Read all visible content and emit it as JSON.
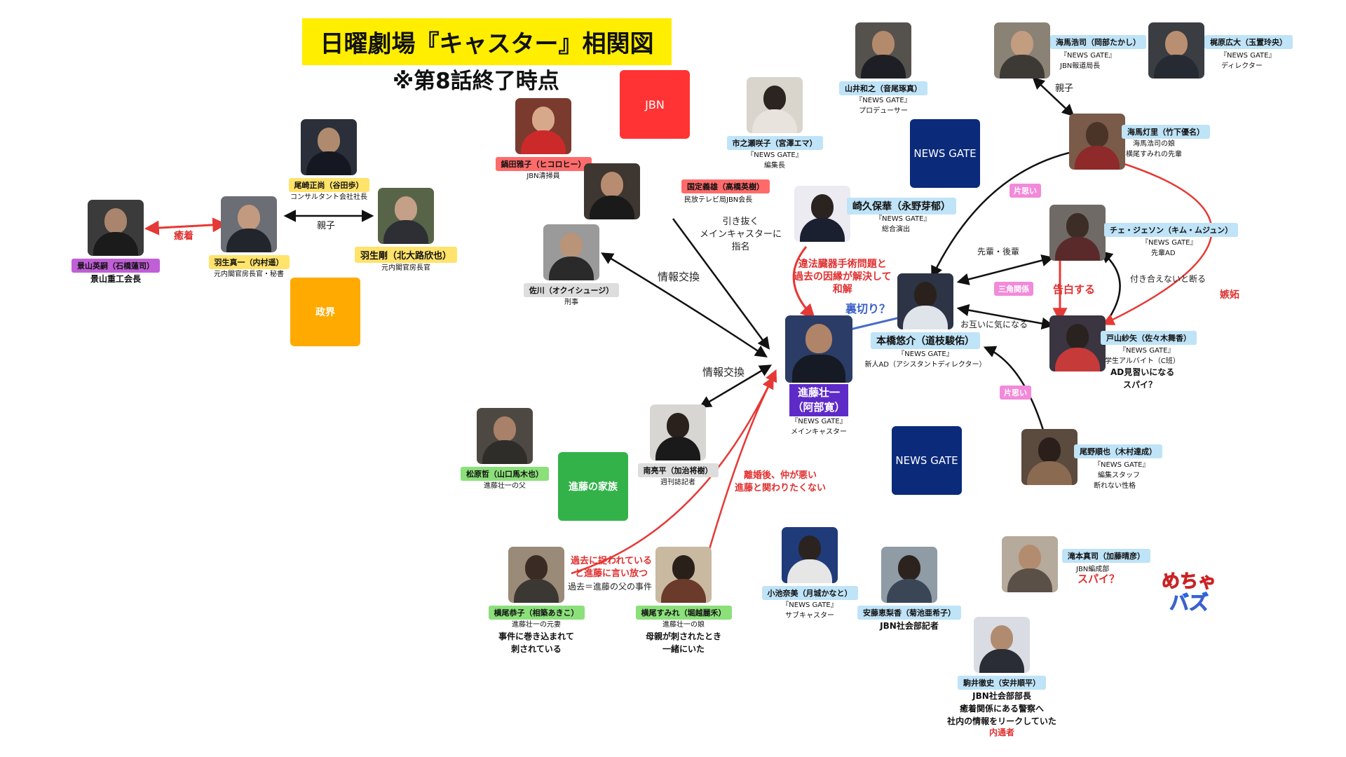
{
  "title": "日曜劇場『キャスター』相関図",
  "subtitle": "※第8話終了時点",
  "colors": {
    "title_bg": "#ffee00",
    "arrow_black": "#111111",
    "arrow_red": "#e53935",
    "arrow_blue": "#4a6cc9",
    "jbn": "#ff3333",
    "newsgate": "#0b2a7a",
    "seikai": "#ffaa00",
    "family": "#33b24a",
    "label_yellow": "#ffe36b",
    "label_blue": "#bfe3f7",
    "label_gray": "#dddddd",
    "label_red": "#ff6b6b",
    "label_green": "#8be07a",
    "label_purple": "#c05fd6",
    "label_main": "#5e2bc9"
  },
  "groups": {
    "jbn": "JBN",
    "newsgate_top": "NEWS GATE",
    "newsgate_bottom": "NEWS GATE",
    "seikai": "政界",
    "family": "進藤の家族"
  },
  "people": {
    "ozaki": {
      "name": "尾崎正尚（谷田歩）",
      "roles": [
        "コンサルタント会社社長"
      ]
    },
    "kageyama": {
      "name": "景山英嗣（石橋蓮司）",
      "roles": [
        "景山重工会長"
      ]
    },
    "hanyu_s": {
      "name": "羽生真一（内村遥）",
      "roles": [
        "元内閣官房長官・秘書"
      ]
    },
    "hanyu_t": {
      "name": "羽生剛（北大路欣也）",
      "roles": [
        "元内閣官房長官"
      ]
    },
    "nabeta": {
      "name": "鍋田雅子（ヒコロヒー）",
      "roles": [
        "JBN清掃員"
      ]
    },
    "kunisada": {
      "name": "国定義雄（高橋英樹）",
      "roles": [
        "民放テレビ局JBN会長"
      ]
    },
    "sagawa": {
      "name": "佐川（オクイシュージ）",
      "roles": [
        "刑事"
      ]
    },
    "ichinose": {
      "name": "市之瀬咲子（宮澤エマ）",
      "roles": [
        "『NEWS GATE』",
        "編集長"
      ]
    },
    "yamai": {
      "name": "山井和之（音尾琢真）",
      "roles": [
        "『NEWS GATE』",
        "プロデューサー"
      ]
    },
    "kaiba_k": {
      "name": "海馬浩司（岡部たかし）",
      "roles": [
        "『NEWS GATE』",
        "JBN報道局長"
      ]
    },
    "kajiwara": {
      "name": "梶原広大（玉置玲央）",
      "roles": [
        "『NEWS GATE』",
        "ディレクター"
      ]
    },
    "kaiba_a": {
      "name": "海馬灯里（竹下優名）",
      "roles": [
        "海馬浩司の娘",
        "横尾すみれの先輩"
      ]
    },
    "sakihisa": {
      "name": "崎久保華（永野芽郁）",
      "roles": [
        "『NEWS GATE』",
        "総合演出"
      ]
    },
    "choi": {
      "name": "チェ・ジェソン（キム・ムジュン）",
      "roles": [
        "『NEWS GATE』",
        "先輩AD"
      ]
    },
    "motohashi": {
      "name": "本橋悠介（道枝駿佑）",
      "roles": [
        "『NEWS GATE』",
        "新人AD（アシスタントディレクター）"
      ]
    },
    "toyama": {
      "name": "戸山紗矢（佐々木舞香）",
      "roles": [
        "『NEWS GATE』",
        "学生アルバイト（C班）"
      ],
      "extra": [
        "AD見習いになる",
        "スパイ？"
      ]
    },
    "shindo": {
      "name": "進藤壮一",
      "name2": "（阿部寛）",
      "roles": [
        "『NEWS GATE』",
        "メインキャスター"
      ]
    },
    "matsubara": {
      "name": "松原哲（山口馬木也）",
      "roles": [
        "進藤壮一の父"
      ]
    },
    "minami": {
      "name": "南亮平（加治将樹）",
      "roles": [
        "週刊誌記者"
      ]
    },
    "oono": {
      "name": "尾野順也（木村達成）",
      "roles": [
        "『NEWS GATE』",
        "編集スタッフ",
        "断れない性格"
      ]
    },
    "yokoo_k": {
      "name": "横尾恭子（相築あきこ）",
      "roles": [
        "進藤壮一の元妻"
      ],
      "extra": [
        "事件に巻き込まれて",
        "刺されている"
      ]
    },
    "yokoo_s": {
      "name": "横尾すみれ（堀越麗禾）",
      "roles": [
        "進藤壮一の娘"
      ],
      "extra": [
        "母親が刺されたとき",
        "一緒にいた"
      ]
    },
    "koike": {
      "name": "小池奈美（月城かなと）",
      "roles": [
        "『NEWS GATE』",
        "サブキャスター"
      ]
    },
    "ando": {
      "name": "安藤恵梨香（菊池亜希子）",
      "roles": [
        "JBN社会部記者"
      ]
    },
    "takimoto": {
      "name": "滝本真司（加藤晴彦）",
      "roles": [
        "JBN編成部"
      ],
      "note": "スパイ？"
    },
    "komai": {
      "name": "駒井徹史（安井順平）",
      "roles": [
        "JBN社会部部長"
      ],
      "extra": [
        "癒着関係にある警察へ",
        "社内の情報をリークしていた"
      ],
      "note": "内通者"
    }
  },
  "links": {
    "yuchaku": "癒着",
    "oyako1": "親子",
    "oyako2": "親子",
    "hikinuki": [
      "引き抜く",
      "メインキャスターに",
      "指名"
    ],
    "joho1": "情報交換",
    "joho2": "情報交換",
    "ihou": [
      "違法臓器手術問題と",
      "過去の因縁が解決して",
      "和解"
    ],
    "uragiri": "裏切り？",
    "senpai": "先輩・後輩",
    "kataomoi1": "片思い",
    "kataomoi2": "片思い",
    "sankaku": "三角関係",
    "kokuhaku": "告白する",
    "kotowaru": "付き合えないと断る",
    "otagai": "お互いに気になる",
    "shitto": "嫉妬",
    "rikon": [
      "離婚後、仲が悪い",
      "進藤と関わりたくない"
    ],
    "kako": [
      "過去に捉われている",
      "と進藤に言い放つ"
    ],
    "kako2": "過去＝進藤の父の事件"
  },
  "logo": [
    "めちゃ",
    "バズ"
  ]
}
